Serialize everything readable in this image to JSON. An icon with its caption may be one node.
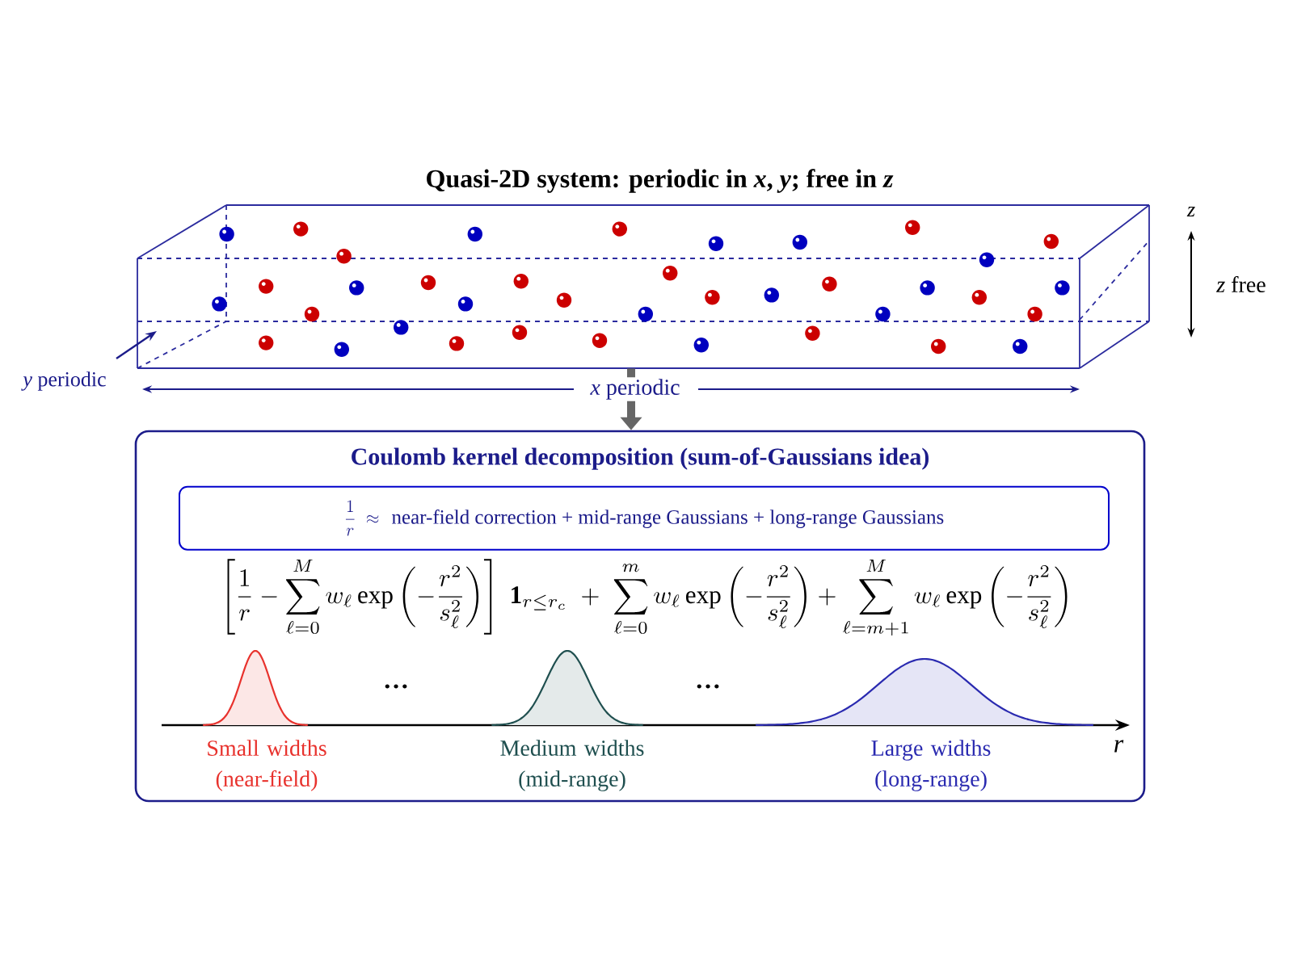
{
  "diagram": {
    "title": "Quasi-2D system: periodic in *x*, *y*; free in *z*",
    "nodes": [
      {
        "text": [],
        "shape": "box"
      },
      {
        "text": [
          "Coulomb kernel decomposition (sum-of-Gaussians idea)"
        ]
      },
      {
        "text": [
          "\\dfrac{1}{r}\\;\\approx",
          "near-field correction + mid-range Gaussians + long-range Gaussians"
        ],
        "in": 1
      }
    ],
    "edges": [
      {
        "from": 0,
        "to": 1,
        "arrow": "to"
      }
    ],
    "labels": [
      "z",
      "*z* free",
      "*y* periodic",
      "*x* periodic",
      "\\left[\\frac{1}{r}-\\sum_{\\ell=0}^{M} w_\\ell \\exp\\left(-\\frac{r^2}{s_\\ell^2}\\right)\\right]\\;\\mathbf{1}_{r\\le r_c}\\;+\\;\\sum_{\\ell=0}^{m} w_\\ell \\exp\\left(-\\frac{r^2}{s_\\ell^2}\\right)+\\sum_{\\ell=m+1}^{M} w_\\ell \\exp\\left(-\\frac{r^2}{s_\\ell^2}\\right)",
      "…",
      "…",
      "r",
      "Small widths (near-field)",
      "Medium widths (mid-range)",
      "Large widths (long-range)"
    ]
  }
}
